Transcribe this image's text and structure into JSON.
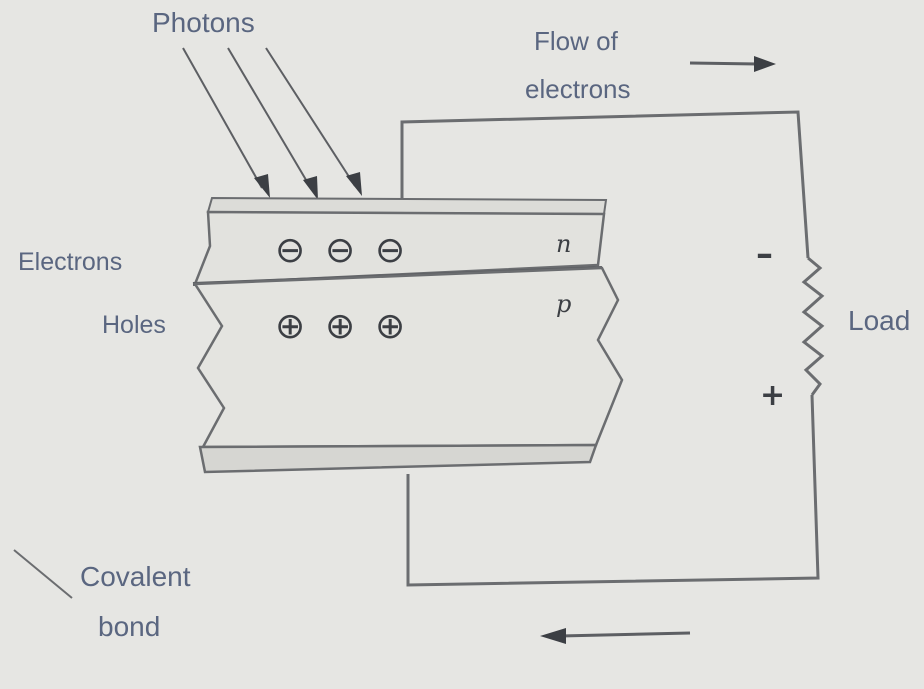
{
  "diagram": {
    "labels": {
      "photons": "Photons",
      "flow_line1": "Flow of",
      "flow_line2": "electrons",
      "electrons": "Electrons",
      "holes": "Holes",
      "n_layer": "n",
      "p_layer": "p",
      "load": "Load",
      "covalent_line1": "Covalent",
      "covalent_line2": "bond",
      "minus_sign": "–",
      "plus_sign": "+"
    },
    "carriers": {
      "electrons_count": 3,
      "holes_count": 3,
      "electron_symbol": "⊖",
      "hole_symbol": "⊕"
    },
    "colors": {
      "background": "#e6e6e3",
      "label_text": "#5a6680",
      "line": "#6b6d70"
    }
  }
}
